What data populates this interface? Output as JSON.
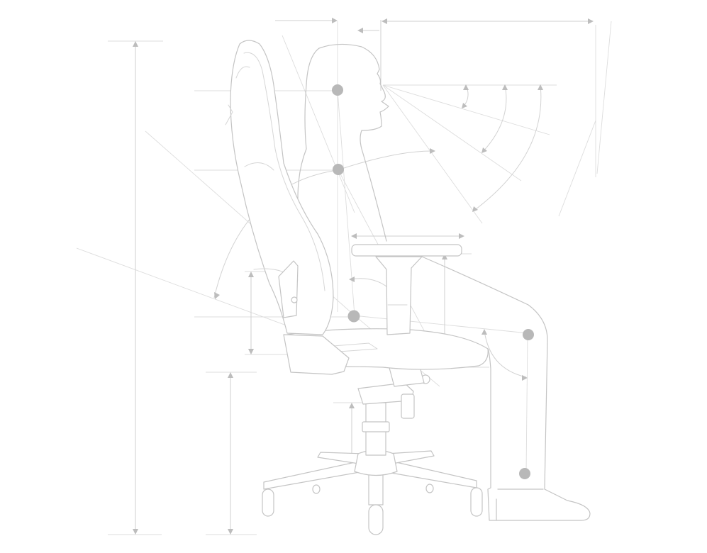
{
  "diagram": {
    "subject": "ergonomic-gaming-chair-with-seated-person",
    "style": {
      "line_color": "#c4c4c4",
      "guide_color": "#dddddd",
      "joint_color": "#b8b8b8",
      "background": "#ffffff"
    },
    "joints": [
      "head",
      "shoulder",
      "hip",
      "knee",
      "ankle"
    ],
    "labels": []
  }
}
